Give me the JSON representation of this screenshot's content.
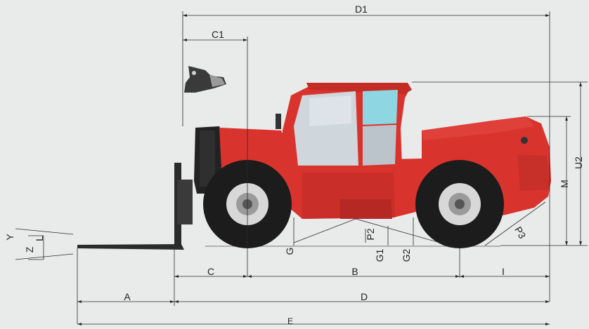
{
  "colors": {
    "background": "#e9ebea",
    "dimension_line": "#2a2a2a",
    "body_red": "#d9332d",
    "body_red_dark": "#b52823",
    "tire": "#1c1c1c",
    "rim": "#d8d8d8",
    "glass": "#cfd6dc",
    "glass_cyan": "#8fd6e3",
    "fork": "#2b2b2b"
  },
  "labels": {
    "D1": "D1",
    "C1": "C1",
    "U2": "U2",
    "M": "M",
    "Y": "Y",
    "Z": "Z",
    "L": "L",
    "P2": "P2",
    "G": "G",
    "G1": "G1",
    "G2": "G2",
    "P3": "P3",
    "C": "C",
    "B": "B",
    "I": "I",
    "A": "A",
    "D": "D",
    "E": "E"
  }
}
